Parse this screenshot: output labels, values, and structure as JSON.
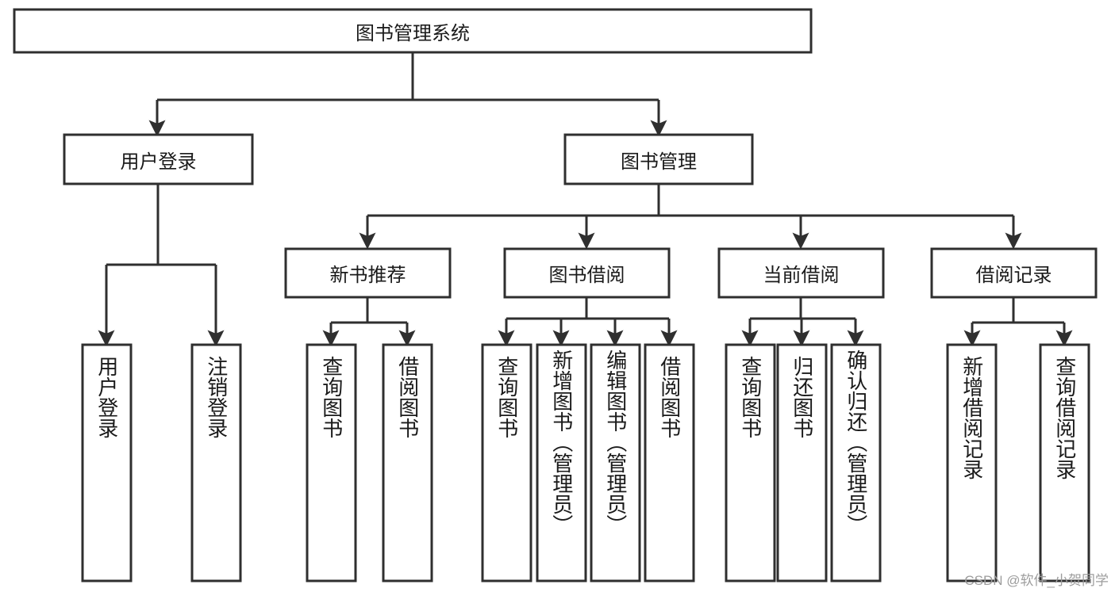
{
  "diagram": {
    "type": "tree-hierarchy",
    "title": "图书管理系统",
    "watermark": "CSDN @软件_小贺同学",
    "colors": {
      "stroke": "#2f2f2f",
      "fill": "#ffffff",
      "text": "#1a1a1a",
      "watermark": "#9d9d9d"
    },
    "root": {
      "label": "图书管理系统"
    },
    "level2": [
      {
        "label": "用户登录"
      },
      {
        "label": "图书管理"
      }
    ],
    "level3": [
      {
        "label": "新书推荐"
      },
      {
        "label": "图书借阅"
      },
      {
        "label": "当前借阅"
      },
      {
        "label": "借阅记录"
      }
    ],
    "leaves": {
      "user_login": [
        {
          "label": "用户登录"
        },
        {
          "label": "注销登录"
        }
      ],
      "new_book_recommend": [
        {
          "label": "查询图书"
        },
        {
          "label": "借阅图书"
        }
      ],
      "book_borrow": [
        {
          "label": "查询图书"
        },
        {
          "label": "新增图书（管理员）"
        },
        {
          "label": "编辑图书（管理员）"
        },
        {
          "label": "借阅图书"
        }
      ],
      "current_borrow": [
        {
          "label": "查询图书"
        },
        {
          "label": "归还图书"
        },
        {
          "label": "确认归还（管理员）"
        }
      ],
      "borrow_record": [
        {
          "label": "新增借阅记录"
        },
        {
          "label": "查询借阅记录"
        }
      ]
    }
  }
}
